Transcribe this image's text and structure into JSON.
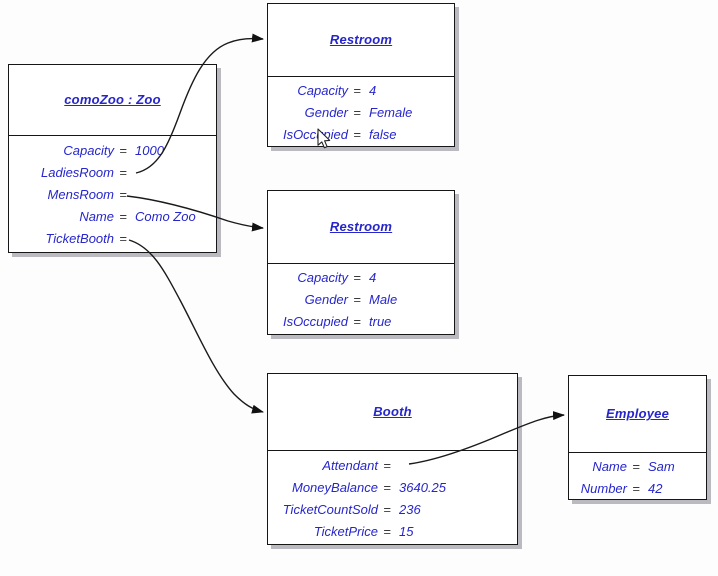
{
  "diagram_type": "uml-object-diagram",
  "equals": "=",
  "colors": {
    "text_blue": "#2626cb",
    "border": "#161616",
    "shadow": "#babac0",
    "background": "#fdfdfd"
  },
  "objects": {
    "zoo": {
      "title": "comoZoo : Zoo",
      "attrs": [
        {
          "name": "Capacity",
          "value": "1000"
        },
        {
          "name": "LadiesRoom",
          "value": ""
        },
        {
          "name": "MensRoom",
          "value": ""
        },
        {
          "name": "Name",
          "value": "Como Zoo"
        },
        {
          "name": "TicketBooth",
          "value": ""
        }
      ]
    },
    "restroom_female": {
      "title": "Restroom",
      "attrs": [
        {
          "name": "Capacity",
          "value": "4"
        },
        {
          "name": "Gender",
          "value": "Female"
        },
        {
          "name": "IsOccupied",
          "value": "false"
        }
      ]
    },
    "restroom_male": {
      "title": "Restroom",
      "attrs": [
        {
          "name": "Capacity",
          "value": "4"
        },
        {
          "name": "Gender",
          "value": "Male"
        },
        {
          "name": "IsOccupied",
          "value": "true"
        }
      ]
    },
    "booth": {
      "title": "Booth",
      "attrs": [
        {
          "name": "Attendant",
          "value": ""
        },
        {
          "name": "MoneyBalance",
          "value": "3640.25"
        },
        {
          "name": "TicketCountSold",
          "value": "236"
        },
        {
          "name": "TicketPrice",
          "value": "15"
        }
      ]
    },
    "employee": {
      "title": "Employee",
      "attrs": [
        {
          "name": "Name",
          "value": "Sam"
        },
        {
          "name": "Number",
          "value": "42"
        }
      ]
    }
  },
  "connections": [
    {
      "from": "comoZoo.LadiesRoom",
      "to": "Restroom (Female)"
    },
    {
      "from": "comoZoo.MensRoom",
      "to": "Restroom (Male)"
    },
    {
      "from": "comoZoo.TicketBooth",
      "to": "Booth"
    },
    {
      "from": "Booth.Attendant",
      "to": "Employee"
    }
  ]
}
